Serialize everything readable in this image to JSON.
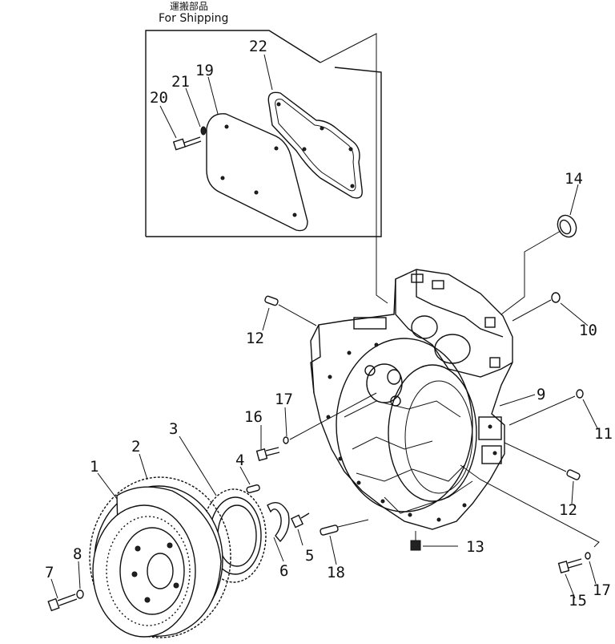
{
  "shipping_box": {
    "caption_jp": "運搬部品",
    "caption_en": "For  Shipping"
  },
  "callouts": [
    "1",
    "2",
    "3",
    "4",
    "5",
    "6",
    "7",
    "8",
    "9",
    "10",
    "11",
    "12",
    "12",
    "13",
    "14",
    "15",
    "16",
    "17",
    "17",
    "18",
    "19",
    "20",
    "21",
    "22"
  ]
}
